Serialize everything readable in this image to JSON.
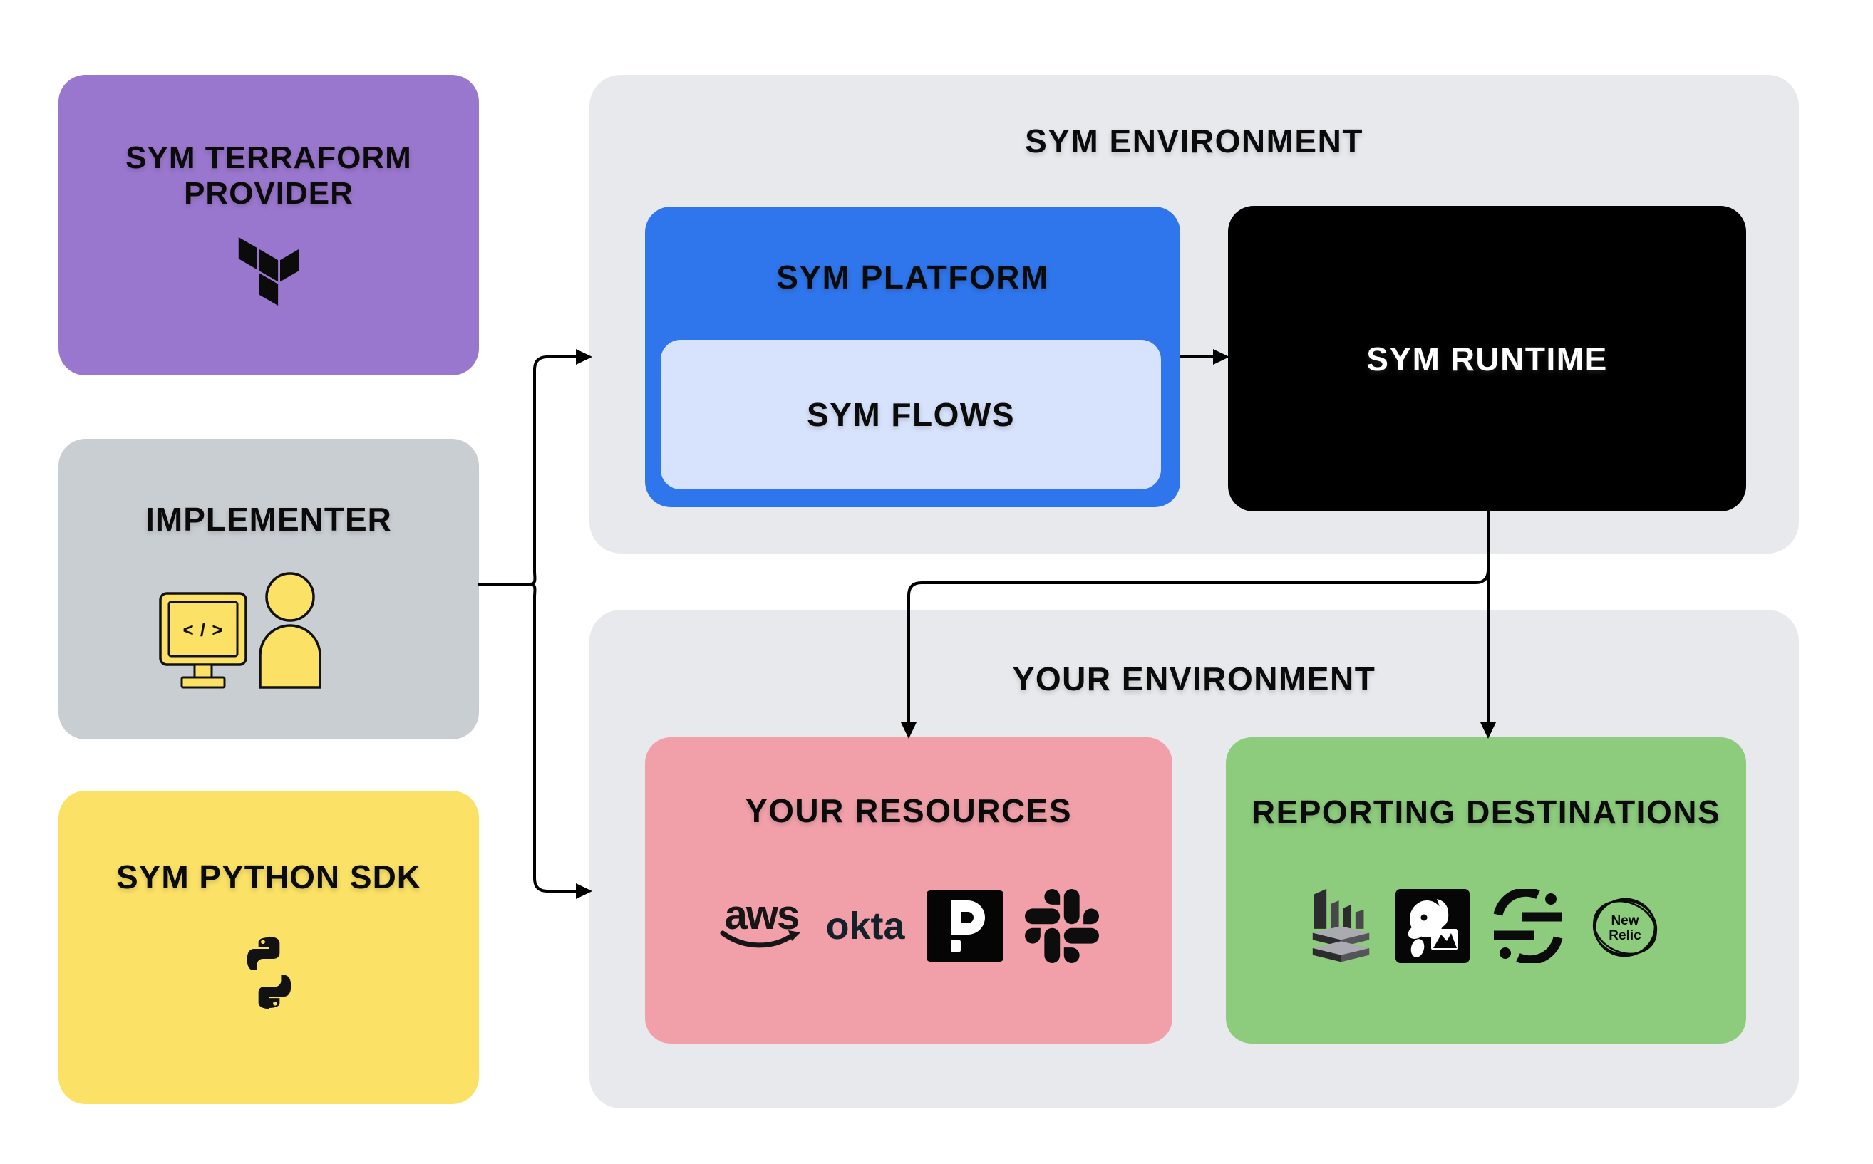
{
  "colors": {
    "background": "#ffffff",
    "purple": "#9a77ce",
    "gray_box": "#c9ced3",
    "yellow": "#fbe266",
    "container_gray": "#e8e9ed",
    "blue": "#2f76ec",
    "flows_blue": "#d7e3fc",
    "runtime_black": "#000000",
    "pink": "#f1a0a9",
    "green": "#8dcb7d",
    "line": "#000000"
  },
  "left_column": {
    "terraform": {
      "title": "SYM TERRAFORM PROVIDER",
      "icon": "terraform-logo"
    },
    "implementer": {
      "title": "IMPLEMENTER",
      "monitor_code": "< / >",
      "icons": [
        "code-monitor",
        "person"
      ]
    },
    "python": {
      "title": "SYM PYTHON SDK",
      "icon": "python-logo"
    }
  },
  "sym_environment": {
    "title": "SYM ENVIRONMENT",
    "platform": {
      "label": "SYM PLATFORM"
    },
    "flows": {
      "label": "SYM FLOWS"
    },
    "runtime": {
      "label": "SYM RUNTIME"
    }
  },
  "your_environment": {
    "title": "YOUR ENVIRONMENT",
    "resources": {
      "label": "YOUR RESOURCES",
      "logos": [
        {
          "name": "aws",
          "text": "aws"
        },
        {
          "name": "okta",
          "text": "okta"
        },
        {
          "name": "pagerduty",
          "text": "P"
        },
        {
          "name": "slack"
        }
      ]
    },
    "reporting": {
      "label": "REPORTING DESTINATIONS",
      "logos": [
        {
          "name": "aws-cloudwatch"
        },
        {
          "name": "datadog"
        },
        {
          "name": "segment"
        },
        {
          "name": "new-relic",
          "text_line1": "New",
          "text_line2": "Relic"
        }
      ]
    }
  }
}
